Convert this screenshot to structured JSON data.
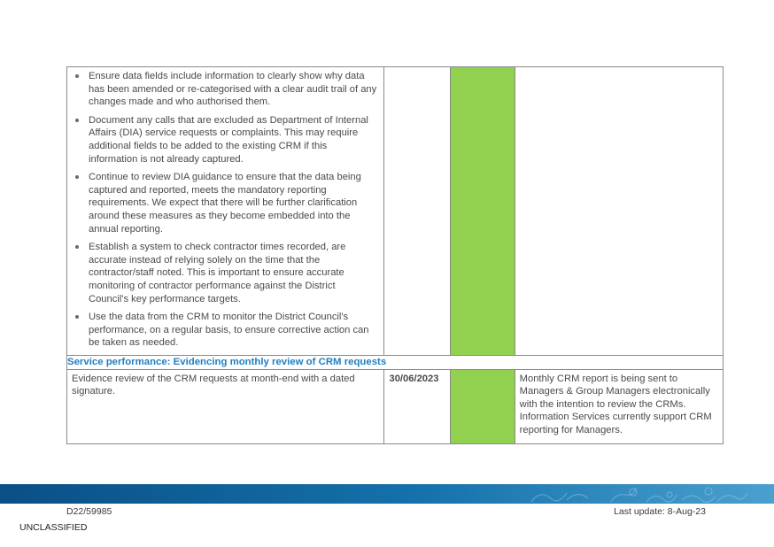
{
  "table": {
    "bullets": [
      "Ensure data fields include information to clearly show why data has been amended or re-categorised with a clear audit trail of any changes made and who authorised them.",
      "Document any calls that are excluded as Department of Internal Affairs (DIA) service requests or complaints. This may require additional fields to be added to the existing CRM if this information is not already captured.",
      "Continue to review DIA guidance to ensure that the data being captured and reported, meets the mandatory reporting requirements. We expect that there will be further clarification around these measures as they become embedded into the annual reporting.",
      "Establish a system to check contractor times recorded, are accurate instead of relying solely on the time that the contractor/staff noted. This is important to ensure accurate monitoring of contractor performance against the District Council's key performance targets.",
      "Use the data from the CRM to monitor the District Council's performance, on a regular basis, to ensure corrective action can be taken as needed."
    ],
    "status_color": "#92d050",
    "section_title": "Service performance: Evidencing monthly review of CRM requests",
    "row": {
      "recommendation": "Evidence review of the CRM requests at month-end with a dated signature.",
      "date": "30/06/2023",
      "comment": "Monthly CRM report is being sent to Managers & Group Managers electronically with the intention to review the CRMs. Information Services currently support CRM reporting for Managers."
    }
  },
  "footer": {
    "doc_ref": "D22/59985",
    "last_update": "Last update: 8-Aug-23",
    "classification": "UNCLASSIFIED"
  }
}
